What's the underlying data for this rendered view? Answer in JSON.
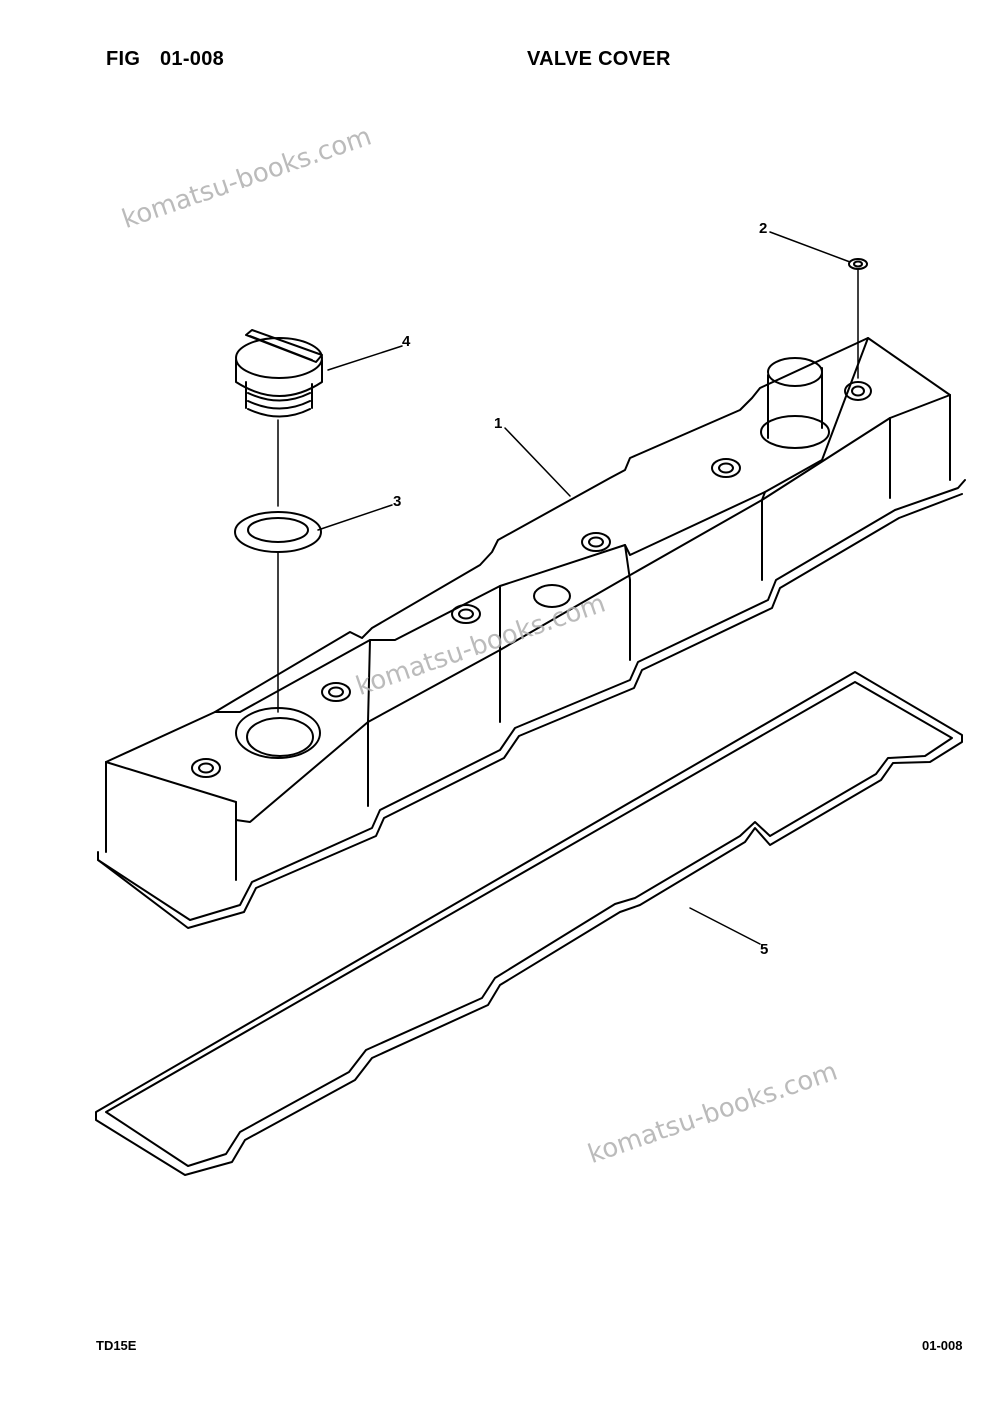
{
  "header": {
    "fig_label": "FIG",
    "fig_number": "01-008",
    "title": "VALVE COVER"
  },
  "watermarks": [
    "komatsu-books.com",
    "komatsu-books.com",
    "komatsu-books.com"
  ],
  "callouts": [
    "1",
    "2",
    "3",
    "4",
    "5"
  ],
  "footer": {
    "model": "TD15E",
    "page": "01-008"
  }
}
